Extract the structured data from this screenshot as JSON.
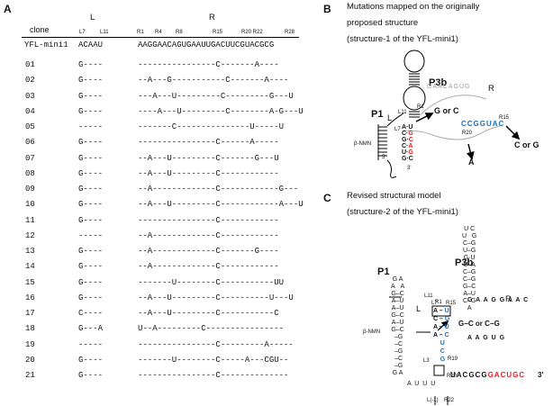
{
  "panels": {
    "a": "A",
    "b": "B",
    "c": "C"
  },
  "table": {
    "col_clone": "clone",
    "col_L": "L",
    "col_R": "R",
    "pos_L": [
      "L7",
      "L11"
    ],
    "pos_R": [
      "R1",
      "R4",
      "R8",
      "R15",
      "R20 R22",
      "R28"
    ],
    "ref_name": "YFL-mini1",
    "ref_L": "ACAAU",
    "ref_R": "AAGGAACAGUGAAUUGACUUCGUACGCG",
    "rows": [
      {
        "id": "01",
        "L": "G----",
        "R": "----------------C-------A----"
      },
      {
        "id": "02",
        "L": "G----",
        "R": "--A---G-----------C-------A----"
      },
      {
        "id": "03",
        "L": "G----",
        "R": "---A---U---------C---------G---U"
      },
      {
        "id": "04",
        "L": "G----",
        "R": "----A---U---------C--------A-G---U"
      },
      {
        "id": "05",
        "L": "-----",
        "R": "-------C---------------U-----U"
      },
      {
        "id": "06",
        "L": "G----",
        "R": "----------------C------A-----"
      },
      {
        "id": "07",
        "L": "G----",
        "R": "--A---U---------C-------G---U"
      },
      {
        "id": "08",
        "L": "G----",
        "R": "--A---U---------C------------"
      },
      {
        "id": "09",
        "L": "G----",
        "R": "--A-------------C------------G---"
      },
      {
        "id": "10",
        "L": "G----",
        "R": "--A---U---------C------------A---U"
      },
      {
        "id": "11",
        "L": "G----",
        "R": "----------------C------------"
      },
      {
        "id": "12",
        "L": "-----",
        "R": "--A-------------C------------"
      },
      {
        "id": "13",
        "L": "G----",
        "R": "--A-------------C-------G----"
      },
      {
        "id": "14",
        "L": "G----",
        "R": "--A-------------C------------"
      },
      {
        "id": "15",
        "L": "G----",
        "R": "-------U--------C-----------UU"
      },
      {
        "id": "16",
        "L": "G----",
        "R": "--A---U---------C----------U---U"
      },
      {
        "id": "17",
        "L": "C----",
        "R": "--A---U---------C-----------C"
      },
      {
        "id": "18",
        "L": "G---A",
        "R": "U--A---------C----------------"
      },
      {
        "id": "19",
        "L": "-----",
        "R": "----------------C---------A-----"
      },
      {
        "id": "20",
        "L": "G----",
        "R": "-------U--------C-----A---CGU--"
      },
      {
        "id": "21",
        "L": "G----",
        "R": "----------------C--------------"
      }
    ]
  },
  "panel_b": {
    "title": [
      "Mutations mapped on the originally",
      "proposed structure",
      "(structure-1 of the YFL-mini1)"
    ],
    "p3b": "P3b",
    "p1": "P1",
    "L": "L",
    "R": "R",
    "L11": "L11",
    "L7": "L7",
    "R1": "R1",
    "R15": "R15",
    "R20": "R20",
    "five": "5'",
    "three": "3'",
    "bnmn": "β-NMN",
    "gorc": "G or C",
    "corg": "C or G",
    "A": "A",
    "loop_seq": "GAACAGUG",
    "r_seq": "CCGGUAC"
  },
  "panel_c": {
    "title": [
      "Revised structural model",
      "(structure-2 of the YFL-mini1)"
    ],
    "p1": "P1",
    "p3b": "P3b",
    "L": "L",
    "R": "R",
    "L11": "L11",
    "L7": "L7",
    "L3": "L3",
    "R1": "R1",
    "R15": "R15",
    "R19": "R19",
    "R20": "R20",
    "R22": "R22",
    "Lm1": "L(-1)",
    "bnmn": "β-NMN",
    "gc": "G−C or C−G",
    "tail_black": "UACGCG",
    "tail_red": "GACUGC",
    "three": "3'"
  }
}
